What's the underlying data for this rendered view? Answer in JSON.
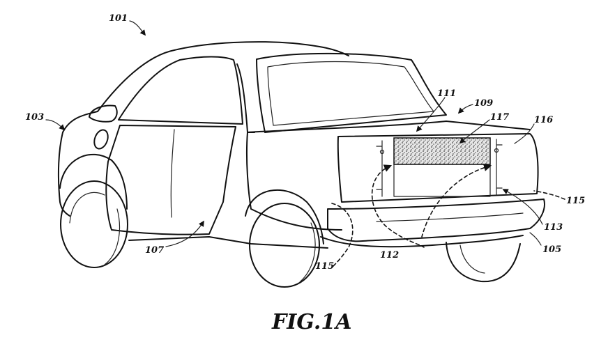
{
  "figure": {
    "title": "FIG.1A",
    "labels": {
      "ref_101": "101",
      "ref_103": "103",
      "ref_105": "105",
      "ref_107": "107",
      "ref_109": "109",
      "ref_111": "111",
      "ref_112": "112",
      "ref_113": "113",
      "ref_115_left": "115",
      "ref_115_right": "115",
      "ref_116": "116",
      "ref_117": "117"
    }
  },
  "colors": {
    "line": "#111111",
    "background": "#ffffff",
    "panel_texture": "#555555"
  }
}
